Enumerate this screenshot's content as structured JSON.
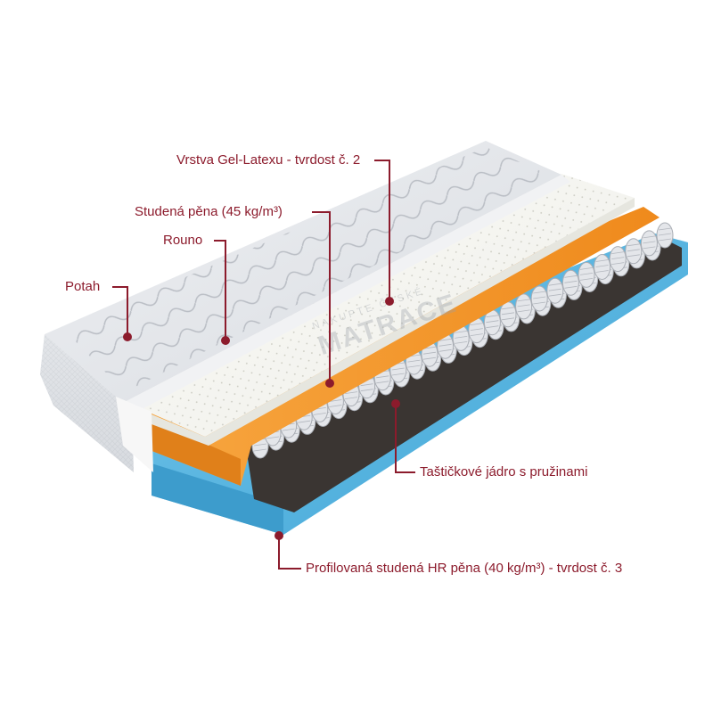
{
  "colors": {
    "callout_text": "#8c1b2c",
    "callout_line": "#8c1b2c",
    "cover": "#e7e9ed",
    "cover_stitch": "#b8bcc3",
    "latex": "#f6f6f2",
    "cold_foam": "#f49a2e",
    "springs": "#e4e6ea",
    "core_fabric": "#3a3532",
    "hr_foam": "#5ab7e2"
  },
  "watermark": {
    "line1": "NAKUPTE ČESKÉ",
    "line2": "MATRACE"
  },
  "callouts": {
    "gel_latex": "Vrstva Gel-Latexu - tvrdost č. 2",
    "cold_foam": "Studená pěna (45 kg/m³)",
    "fleece": "Rouno",
    "cover": "Potah",
    "pocket_core": "Taštičkové jádro s pružinami",
    "hr_foam": "Profilovaná studená HR pěna (40 kg/m³) - tvrdost č. 3"
  }
}
